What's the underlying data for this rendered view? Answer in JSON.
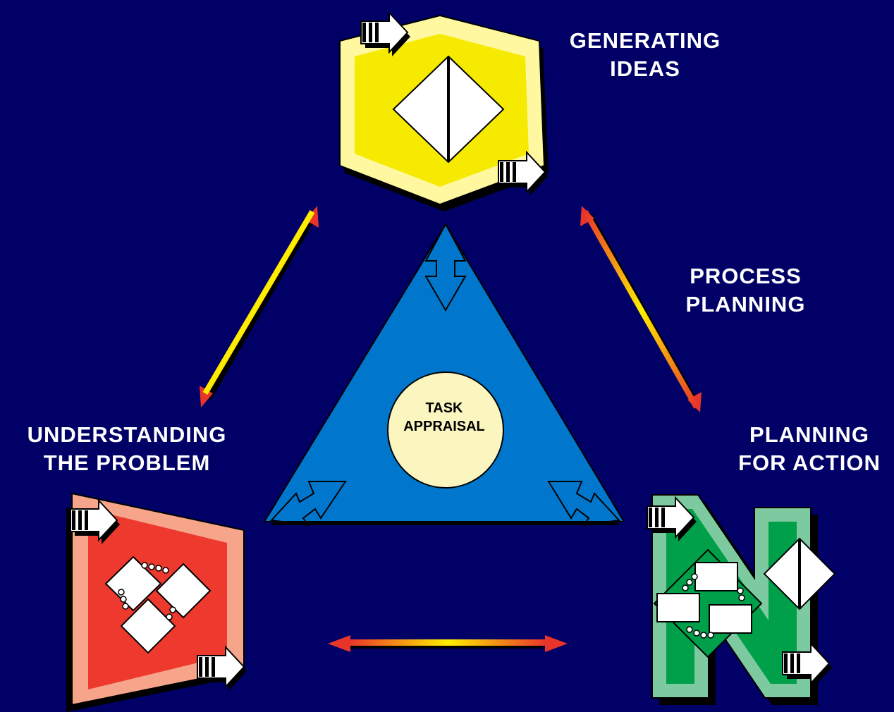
{
  "labels": {
    "generating_ideas": [
      "GENERATING",
      "IDEAS"
    ],
    "process_planning": [
      "PROCESS",
      "PLANNING"
    ],
    "understanding_problem": [
      "UNDERSTANDING",
      "THE PROBLEM"
    ],
    "planning_action": [
      "PLANNING",
      "FOR ACTION"
    ],
    "task_appraisal": [
      "TASK",
      "APPRAISAL"
    ]
  },
  "colors": {
    "background": "#000066",
    "triangle": "#0077cc",
    "center_circle": "#fbf5c0",
    "hexagon": "#f5ea00",
    "hexagon_border": "#fff8a0",
    "trapezoid": "#ee3a2e",
    "trapezoid_border": "#f6a48a",
    "n_shape": "#00a04a",
    "n_shape_border": "#7ecaa0"
  },
  "icons": [
    "generating-ideas-hexagon-icon",
    "understanding-problem-trapezoid-icon",
    "planning-action-n-icon",
    "double-arrow-icon",
    "striped-arrow-icon",
    "diamond-icon"
  ]
}
